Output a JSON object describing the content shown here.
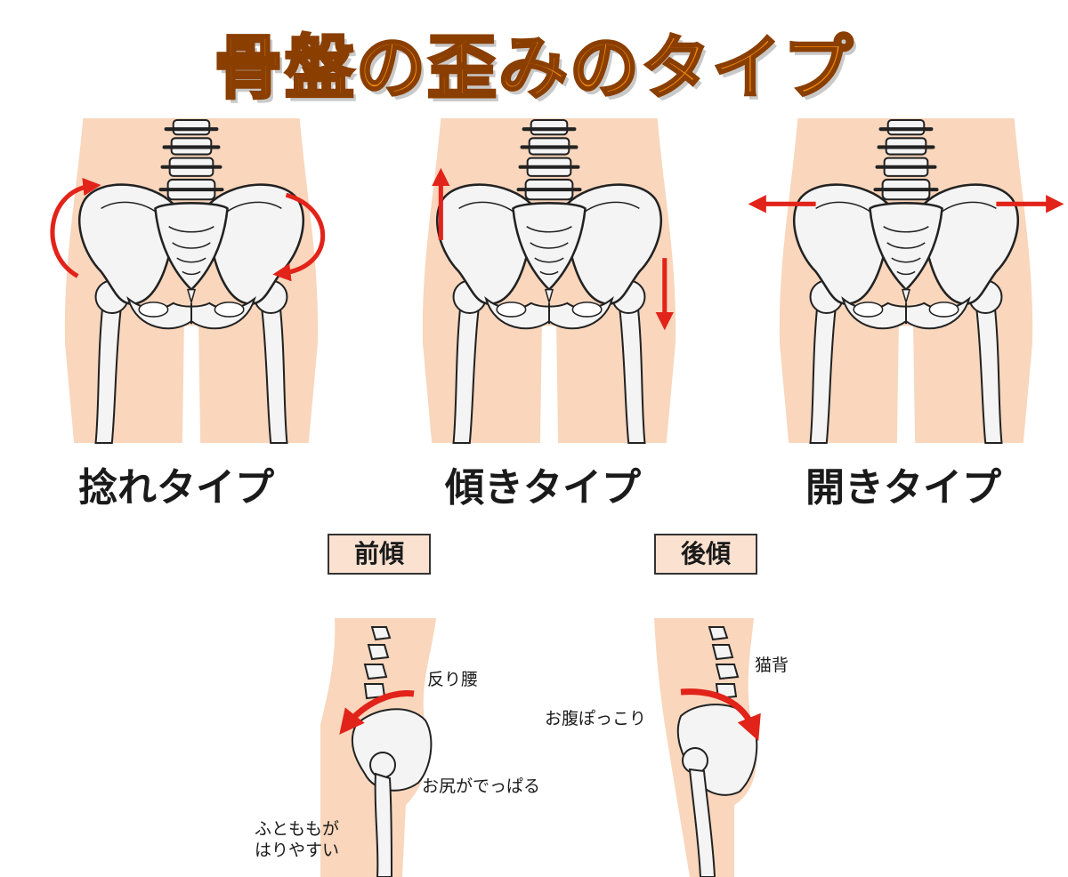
{
  "title": "骨盤の歪みのタイプ",
  "types": [
    {
      "label": "捻れタイプ"
    },
    {
      "label": "傾きタイプ"
    },
    {
      "label": "開きタイプ"
    }
  ],
  "side_views": {
    "anterior": {
      "label": "前傾",
      "annotations": {
        "sway_back": "反り腰",
        "buttocks": "お尻がでっぱる",
        "thigh_line1": "ふとももが",
        "thigh_line2": "はりやすい"
      }
    },
    "posterior": {
      "label": "後傾",
      "annotations": {
        "cat_back": "猫背",
        "belly": "お腹ぽっこり"
      }
    }
  },
  "colors": {
    "skin": "#f9d6bc",
    "bone_fill": "#f4f4f4",
    "bone_stroke": "#222222",
    "arrow": "#e2231a",
    "title_fill": "#f28a0c"
  }
}
